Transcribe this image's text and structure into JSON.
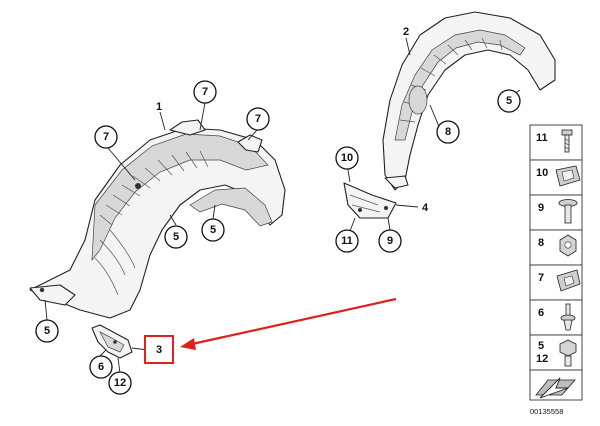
{
  "diagram": {
    "callouts": {
      "c7a": "7",
      "c7b": "7",
      "c7c": "7",
      "c5a": "5",
      "c5b": "5",
      "c5c": "5",
      "c5d": "5",
      "c8": "8",
      "c10": "10",
      "c11": "11",
      "c9": "9",
      "c6": "6",
      "c12": "12"
    },
    "plain_labels": {
      "p1": "1",
      "p2": "2",
      "p4": "4"
    },
    "highlight_label": "3",
    "highlight_color": "#e0201b",
    "arrow_color": "#e0201b",
    "legend": {
      "items": [
        {
          "label": "11",
          "icon": "screw-icon"
        },
        {
          "label": "10",
          "icon": "clip-icon"
        },
        {
          "label": "9",
          "icon": "bolt-icon"
        },
        {
          "label": "8",
          "icon": "nut-icon"
        },
        {
          "label": "7",
          "icon": "expanding-nut-icon"
        },
        {
          "label": "6",
          "icon": "rivet-icon"
        },
        {
          "label": "5",
          "label2": "12",
          "icon": "hex-screw-icon"
        }
      ],
      "reference": "00135558"
    }
  }
}
